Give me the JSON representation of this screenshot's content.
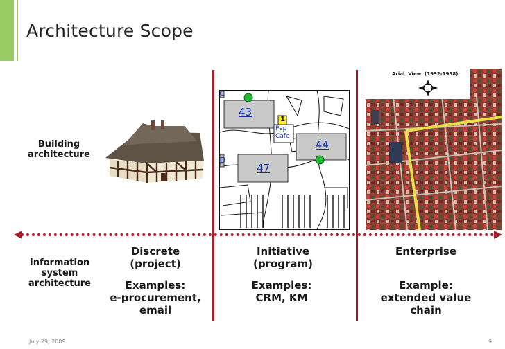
{
  "slide": {
    "title": "Architecture Scope",
    "footer_date": "July 29, 2009",
    "page_number": "9"
  },
  "rows": {
    "building": [
      "Building",
      "architecture"
    ],
    "information": [
      "Information",
      "system",
      "architecture"
    ]
  },
  "columns": [
    {
      "heading": [
        "Discrete",
        "(project)"
      ],
      "examples": [
        "Examples:",
        "e-procurement,",
        "email"
      ]
    },
    {
      "heading": [
        "Initiative",
        "(program)"
      ],
      "examples": [
        "Examples:",
        "CRM, KM"
      ]
    },
    {
      "heading": [
        "Enterprise"
      ],
      "examples": [
        "Example:",
        "extended value",
        "chain"
      ]
    }
  ],
  "map_plan": {
    "buildings": [
      "43",
      "44",
      "47"
    ],
    "marker_number": "1",
    "place_label": [
      "Pep",
      "Cafe"
    ],
    "edge_letters": [
      "C",
      "D"
    ]
  },
  "aerial": {
    "caption": "Arial  View  (1992-1998)"
  },
  "colors": {
    "accent_red": "#a61e2a",
    "accent_green": "#9acc66"
  }
}
